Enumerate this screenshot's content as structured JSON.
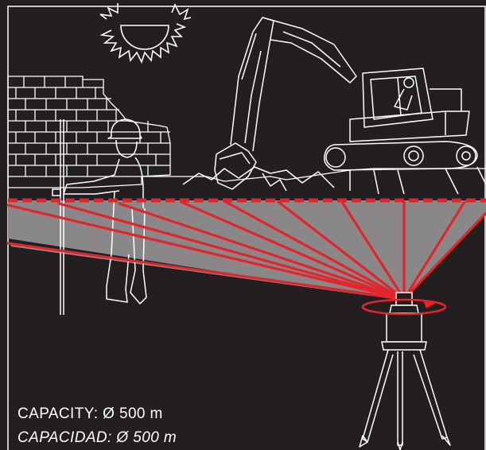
{
  "caption": {
    "capacity_en": "CAPACITY: Ø 500 m",
    "capacity_es": "CAPACIDAD: Ø 500 m"
  },
  "colors": {
    "background": "#231f20",
    "line_art": "#ffffff",
    "laser": "#e3242b",
    "laser_plane": "#8a8788"
  },
  "icons": [
    "sun-icon",
    "brick-wall",
    "worker",
    "excavator",
    "rotary-laser-level",
    "tripod",
    "rotation-arrow-icon"
  ]
}
